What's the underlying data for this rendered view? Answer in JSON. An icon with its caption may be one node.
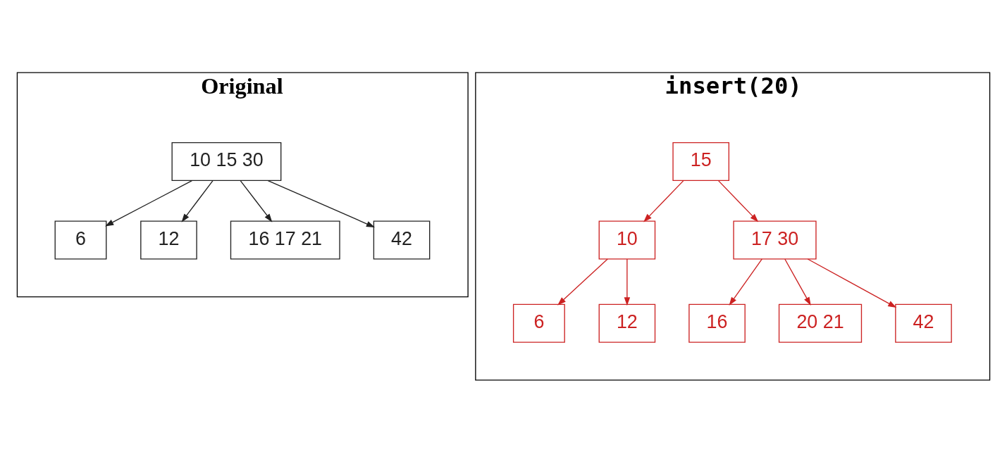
{
  "diagram": {
    "nodes": [
      {
        "text": [
          "Original"
        ]
      },
      {
        "text": [
          "10 15 30"
        ],
        "in": 0
      },
      {
        "text": [
          "6"
        ],
        "in": 0
      },
      {
        "text": [
          "12"
        ],
        "in": 0
      },
      {
        "text": [
          "16 17 21"
        ],
        "in": 0
      },
      {
        "text": [
          "42"
        ],
        "in": 0
      },
      {
        "text": [
          "insert(20)"
        ]
      },
      {
        "text": [
          "15"
        ],
        "in": 6
      },
      {
        "text": [
          "10"
        ],
        "in": 6
      },
      {
        "text": [
          "17 30"
        ],
        "in": 6
      },
      {
        "text": [
          "6"
        ],
        "in": 6
      },
      {
        "text": [
          "12"
        ],
        "in": 6
      },
      {
        "text": [
          "16"
        ],
        "in": 6
      },
      {
        "text": [
          "20 21"
        ],
        "in": 6
      },
      {
        "text": [
          "42"
        ],
        "in": 6
      }
    ],
    "edges": [
      {
        "from": 1,
        "to": 2,
        "arrow": "to",
        "color": "#222222"
      },
      {
        "from": 1,
        "to": 3,
        "arrow": "to",
        "color": "#222222"
      },
      {
        "from": 1,
        "to": 4,
        "arrow": "to",
        "color": "#222222"
      },
      {
        "from": 1,
        "to": 5,
        "arrow": "to",
        "color": "#222222"
      },
      {
        "from": 7,
        "to": 8,
        "arrow": "to",
        "color": "#cc2222"
      },
      {
        "from": 7,
        "to": 9,
        "arrow": "to",
        "color": "#cc2222"
      },
      {
        "from": 8,
        "to": 10,
        "arrow": "to",
        "color": "#cc2222"
      },
      {
        "from": 8,
        "to": 11,
        "arrow": "to",
        "color": "#cc2222"
      },
      {
        "from": 9,
        "to": 12,
        "arrow": "to",
        "color": "#cc2222"
      },
      {
        "from": 9,
        "to": 13,
        "arrow": "to",
        "color": "#cc2222"
      },
      {
        "from": 9,
        "to": 14,
        "arrow": "to",
        "color": "#cc2222"
      }
    ]
  }
}
